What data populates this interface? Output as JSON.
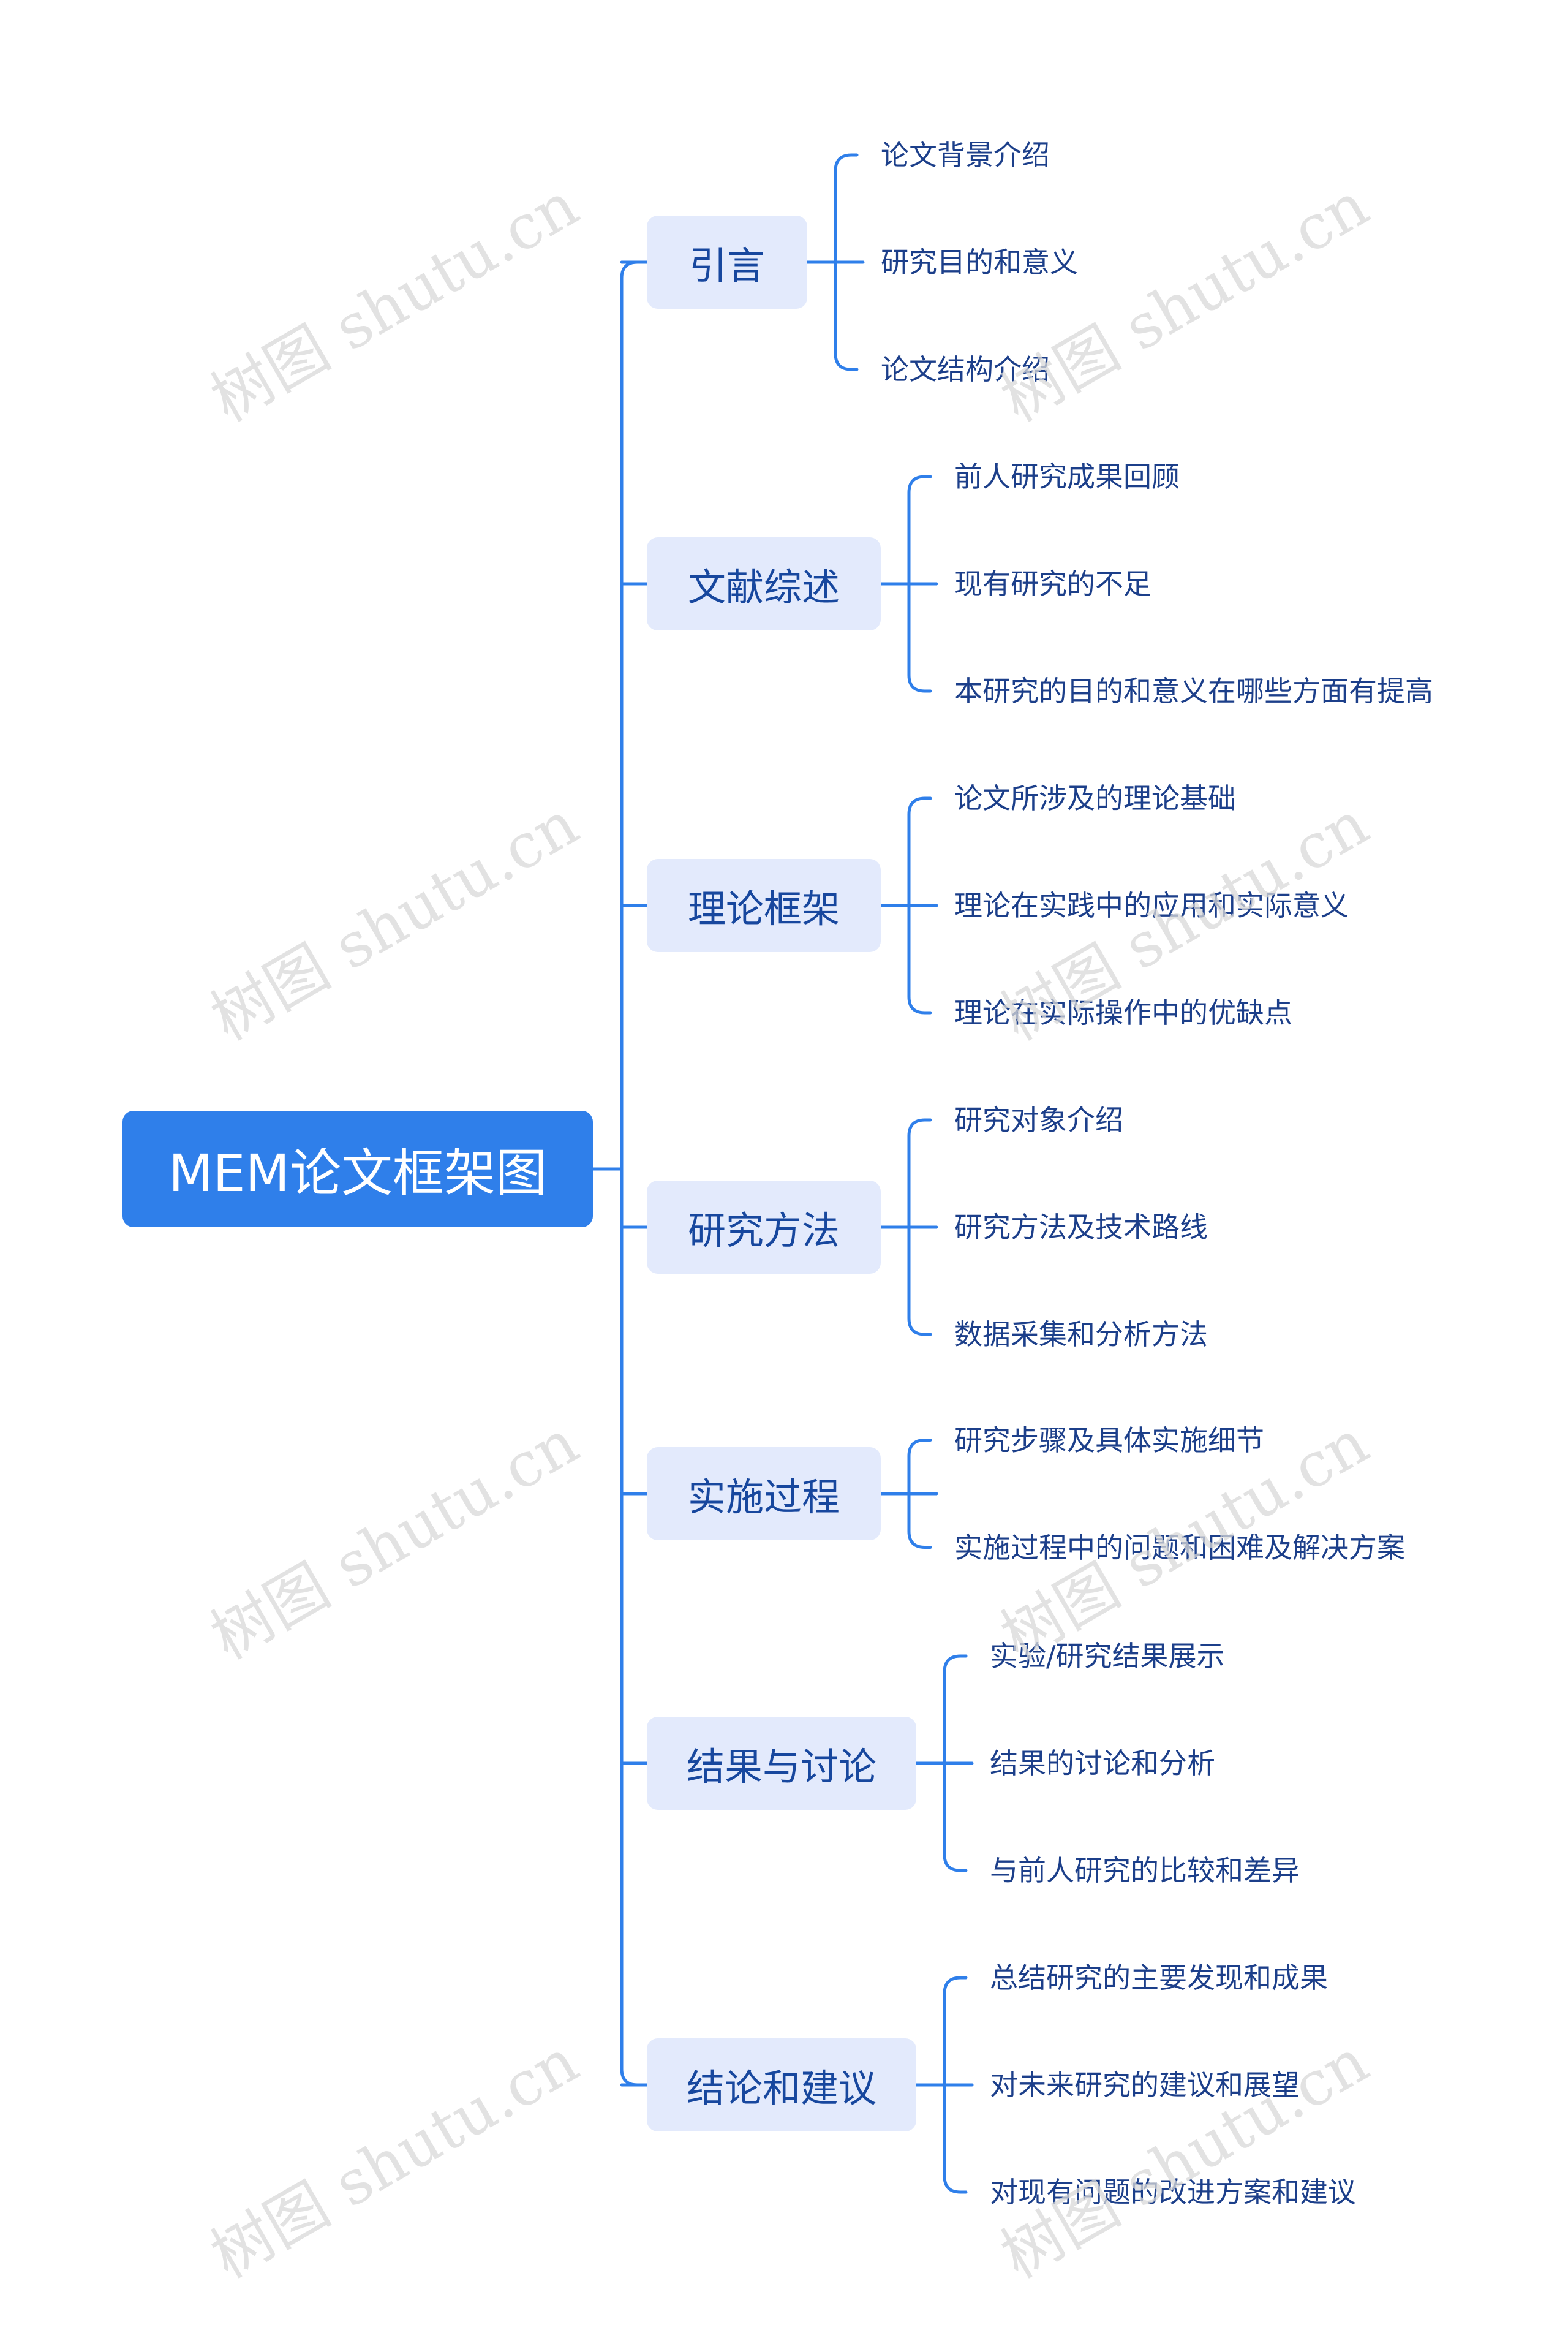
{
  "root": {
    "label": "MEM论文框架图"
  },
  "branches": [
    {
      "label": "引言",
      "children": [
        "论文背景介绍",
        "研究目的和意义",
        "论文结构介绍"
      ]
    },
    {
      "label": "文献综述",
      "children": [
        "前人研究成果回顾",
        "现有研究的不足",
        "本研究的目的和意义在哪些方面有提高"
      ]
    },
    {
      "label": "理论框架",
      "children": [
        "论文所涉及的理论基础",
        "理论在实践中的应用和实际意义",
        "理论在实际操作中的优缺点"
      ]
    },
    {
      "label": "研究方法",
      "children": [
        "研究对象介绍",
        "研究方法及技术路线",
        "数据采集和分析方法"
      ]
    },
    {
      "label": "实施过程",
      "children": [
        "研究步骤及具体实施细节",
        "实施过程中的问题和困难及解决方案"
      ]
    },
    {
      "label": "结果与讨论",
      "children": [
        "实验/研究结果展示",
        "结果的讨论和分析",
        "与前人研究的比较和差异"
      ]
    },
    {
      "label": "结论和建议",
      "children": [
        "总结研究的主要发现和成果",
        "对未来研究的建议和展望",
        "对现有问题的改进方案和建议"
      ]
    }
  ],
  "watermark": {
    "text": "树图 shutu.cn"
  },
  "colors": {
    "root_fill": "#2f7fea",
    "branch_fill": "#e3eafc",
    "line": "#2f7fea",
    "text": "#1c3f8a"
  }
}
